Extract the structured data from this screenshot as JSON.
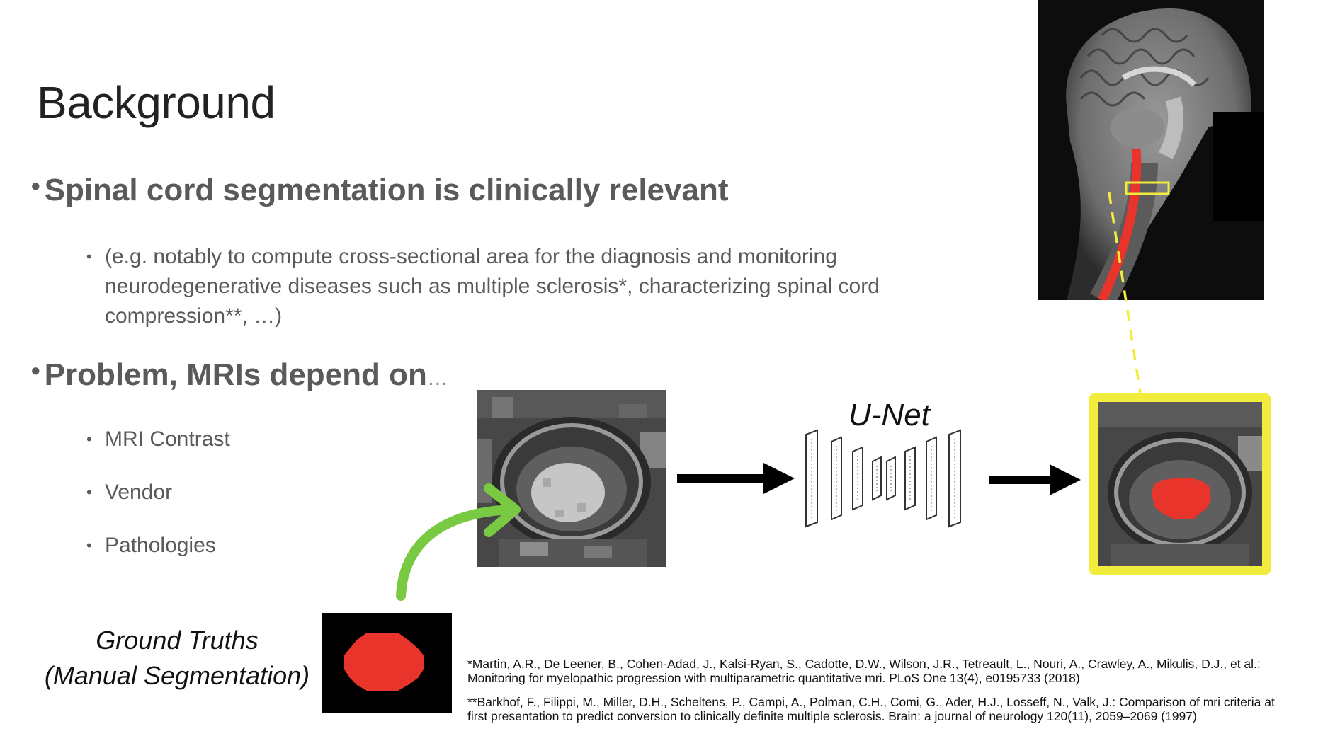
{
  "slide": {
    "title": "Background",
    "bullets": [
      {
        "text": "Spinal cord segmentation is clinically relevant",
        "sub": [
          "(e.g. notably to compute cross-sectional area for the diagnosis and monitoring",
          "neurodegenerative diseases such as multiple sclerosis*, characterizing spinal cord",
          "compression**, …)"
        ]
      },
      {
        "text": "Problem, MRIs depend on",
        "ellipsis": "…",
        "sub": [
          "MRI Contrast",
          "Vendor",
          "Pathologies"
        ]
      }
    ],
    "unet_label": "U-Net",
    "ground_truth_line1": "Ground Truths",
    "ground_truth_line2": "(Manual Segmentation)",
    "references": [
      {
        "line1": "*Martin, A.R., De Leener, B., Cohen-Adad, J., Kalsi-Ryan, S., Cadotte, D.W., Wilson, J.R., Tetreault, L., Nouri, A., Crawley, A., Mikulis, D.J., et al.:",
        "line2": "Monitoring for myelopathic progression with multiparametric quantitative mri. PLoS One 13(4), e0195733 (2018)"
      },
      {
        "line1": "**Barkhof, F., Filippi, M., Miller, D.H., Scheltens, P., Campi, A., Polman, C.H., Comi, G., Ader, H.J., Losseff, N., Valk, J.: Comparison of mri criteria at",
        "line2": "first presentation to predict conversion to clinically definite multiple sclerosis. Brain: a journal of neurology 120(11), 2059–2069 (1997)"
      }
    ],
    "colors": {
      "segmentation": "#e8342a",
      "highlight": "#f2ec3c",
      "arrow": "#7ac943",
      "bullet_text": "#5a5a5a"
    }
  }
}
